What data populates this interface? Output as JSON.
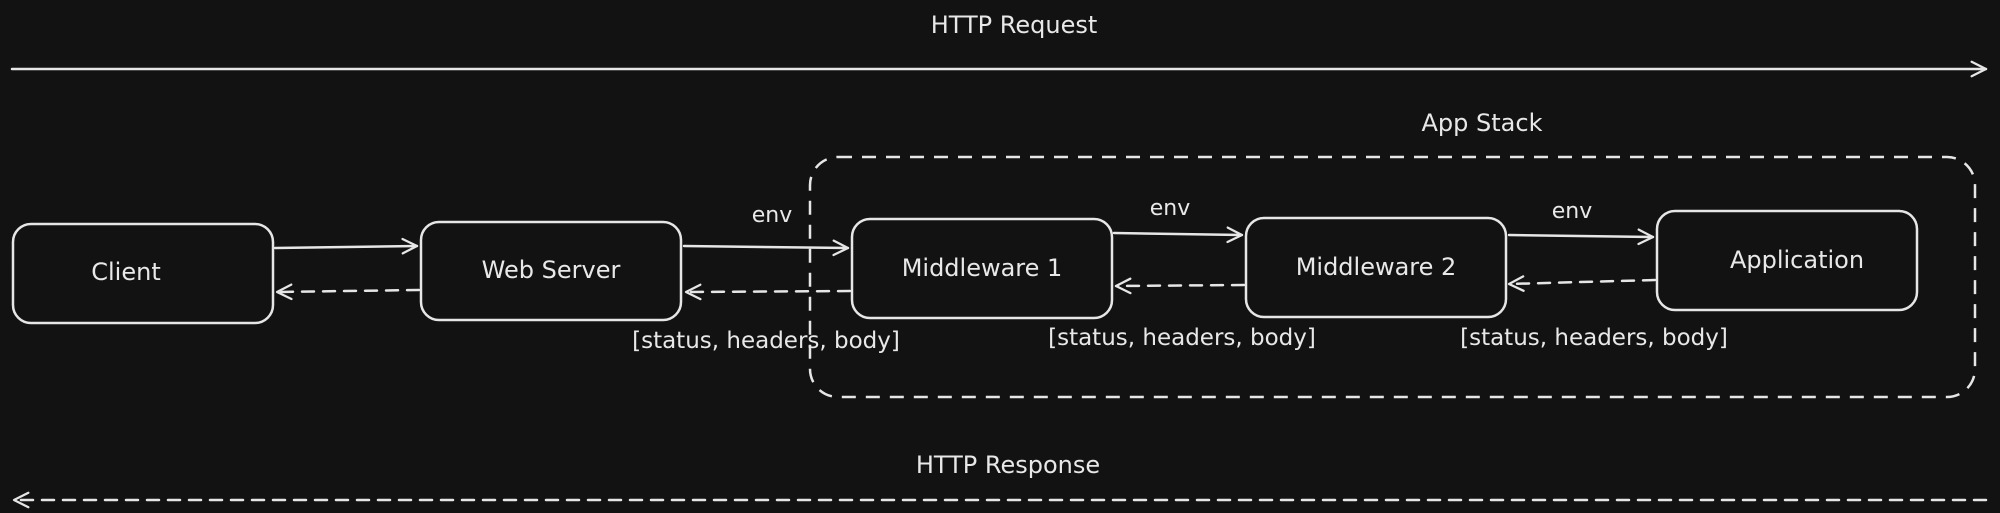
{
  "diagram": {
    "request_label": "HTTP Request",
    "response_label": "HTTP Response",
    "stack_label": "App Stack",
    "nodes": {
      "client": "Client",
      "web_server": "Web Server",
      "middleware1": "Middleware 1",
      "middleware2": "Middleware 2",
      "application": "Application"
    },
    "env_labels": [
      "env",
      "env",
      "env"
    ],
    "response_labels": [
      "[status, headers, body]",
      "[status, headers, body]",
      "[status, headers, body]"
    ],
    "colors": {
      "background": "#121212",
      "stroke": "#e6e6e6"
    }
  }
}
